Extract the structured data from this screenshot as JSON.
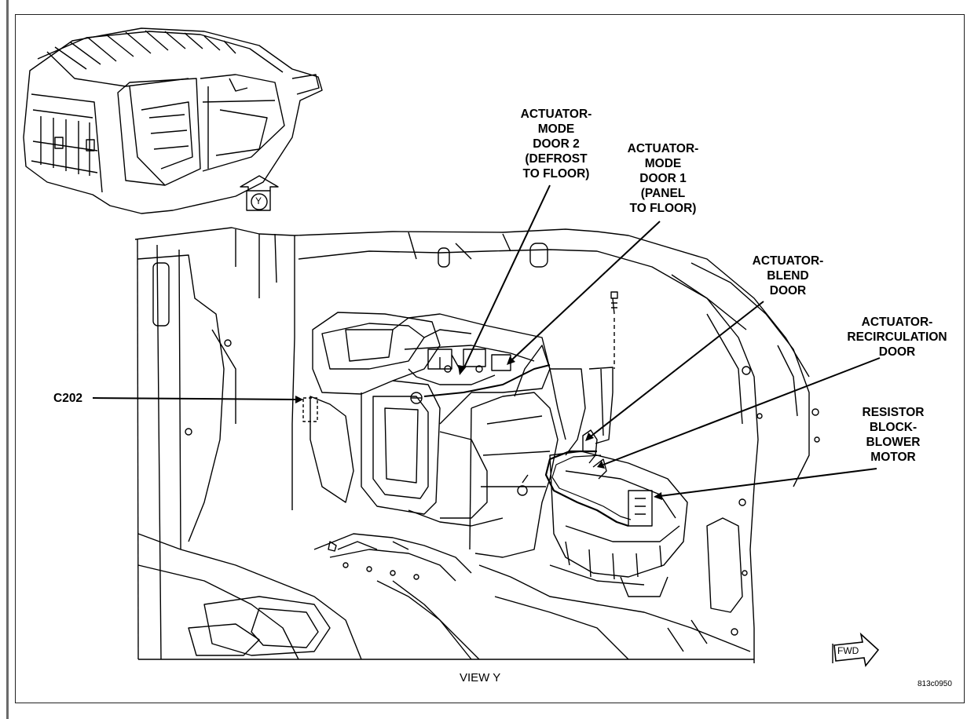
{
  "labels": {
    "mode_door_2": "ACTUATOR-\nMODE\nDOOR 2\n(DEFROST\nTO FLOOR)",
    "mode_door_1": "ACTUATOR-\nMODE\nDOOR 1\n(PANEL\nTO FLOOR)",
    "blend_door": "ACTUATOR-\nBLEND\nDOOR",
    "recirculation_door": "ACTUATOR-\nRECIRCULATION\nDOOR",
    "resistor_block": "RESISTOR\nBLOCK-\nBLOWER\nMOTOR",
    "connector": "C202"
  },
  "inset": {
    "view_marker": "Y"
  },
  "caption": "VIEW Y",
  "fwd_marker": "FWD",
  "figure_id": "813c0950"
}
